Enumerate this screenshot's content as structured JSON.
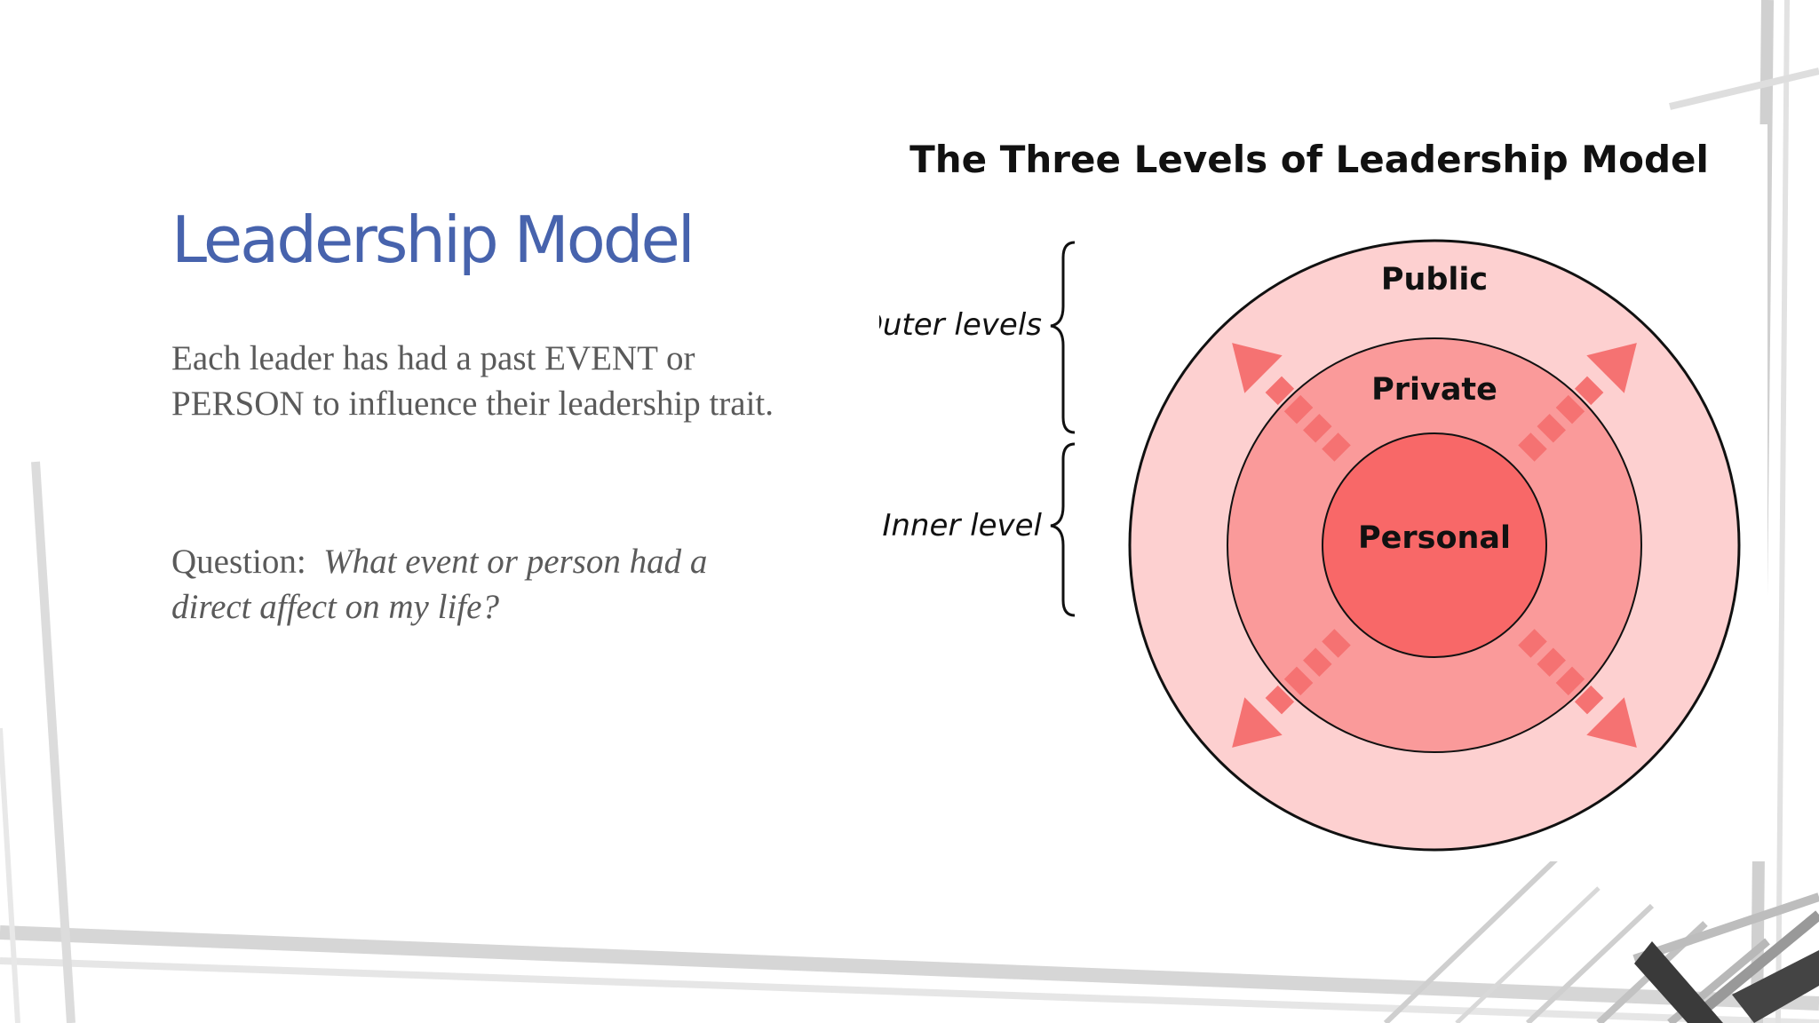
{
  "slide": {
    "title": "Leadership Model",
    "paragraph_1": "Each leader has had a past EVENT or PERSON to influence their leadership trait.",
    "question_label": "Question:",
    "question_body": "What event or person had a direct affect on my life?"
  },
  "diagram": {
    "title": "The Three Levels of Leadership Model",
    "rings": {
      "outer": "Public",
      "middle": "Private",
      "inner": "Personal"
    },
    "levels": {
      "outer": "Outer levels",
      "inner": "Inner level"
    },
    "arrows": [
      "up-left",
      "up-right",
      "down-left",
      "down-right"
    ]
  },
  "colors": {
    "title": "#4763ad",
    "body_text": "#5a5a5a",
    "ring_outer": "#fdd0d0",
    "ring_middle": "#fa9a9a",
    "ring_inner": "#f86868",
    "arrow": "#f57272",
    "outline": "#111111"
  }
}
